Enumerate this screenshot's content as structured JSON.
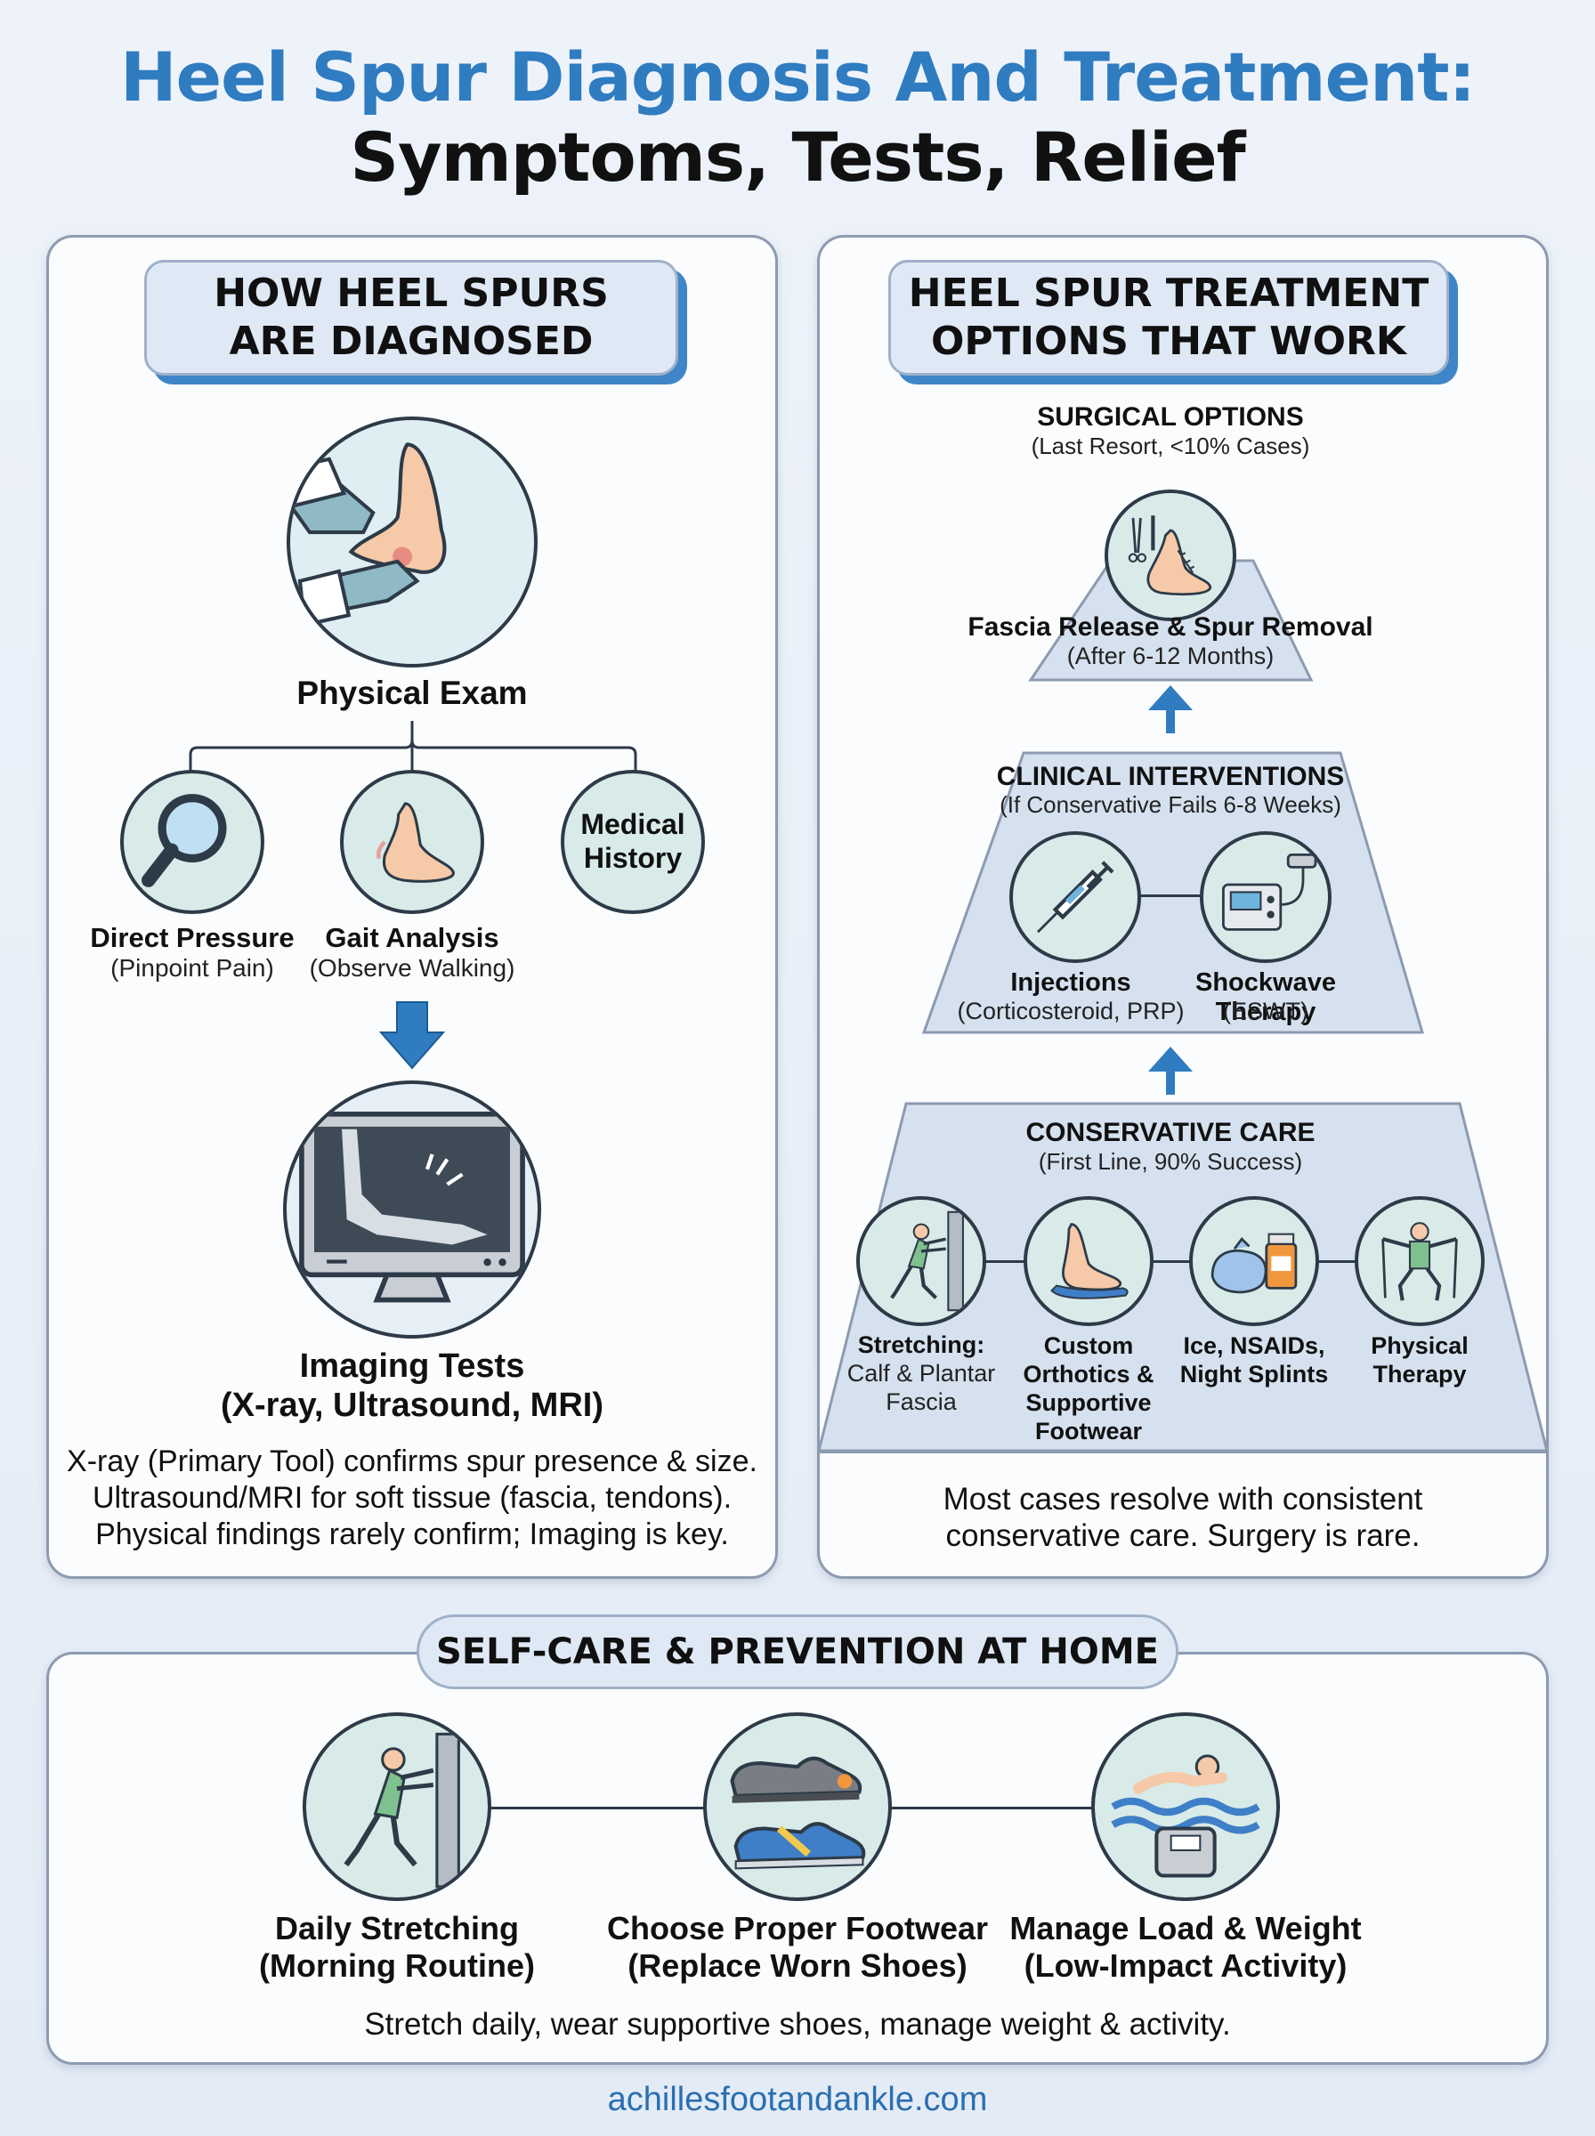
{
  "title": {
    "line1": "Heel Spur Diagnosis And Treatment:",
    "line2": "Symptoms, Tests, Relief"
  },
  "diagnosis": {
    "heading_line1": "HOW HEEL SPURS",
    "heading_line2": "ARE DIAGNOSED",
    "physical_exam": "Physical Exam",
    "items": [
      {
        "label": "Direct Pressure",
        "sub": "(Pinpoint Pain)",
        "icon": "magnifier-icon"
      },
      {
        "label": "Gait Analysis",
        "sub": "(Observe Walking)",
        "icon": "foot-icon"
      },
      {
        "label_line1": "Medical",
        "label_line2": "History"
      }
    ],
    "imaging_line1": "Imaging Tests",
    "imaging_line2": "(X-ray, Ultrasound, MRI)",
    "body_lines": [
      "X-ray (Primary Tool) confirms spur presence & size.",
      "Ultrasound/MRI for soft tissue (fascia, tendons).",
      "Physical findings rarely confirm; Imaging is key."
    ]
  },
  "treatment": {
    "heading_line1": "HEEL SPUR TREATMENT",
    "heading_line2": "OPTIONS THAT WORK",
    "surgical": {
      "title": "SURGICAL OPTIONS",
      "sub": "(Last Resort, <10% Cases)",
      "item": "Fascia Release & Spur Removal",
      "item_sub": "(After 6-12 Months)"
    },
    "clinical": {
      "title": "CLINICAL INTERVENTIONS",
      "sub": "(If Conservative Fails 6-8 Weeks)",
      "items": [
        {
          "label": "Injections",
          "sub": "(Corticosteroid, PRP)"
        },
        {
          "label": "Shockwave Therapy",
          "sub": "(ESWT)"
        }
      ]
    },
    "conservative": {
      "title": "CONSERVATIVE CARE",
      "sub": "(First Line, 90% Success)",
      "items": [
        {
          "label": "Stretching:",
          "sub1": "Calf & Plantar",
          "sub2": "Fascia"
        },
        {
          "line1": "Custom",
          "line2": "Orthotics &",
          "line3": "Supportive",
          "line4": "Footwear"
        },
        {
          "line1": "Ice, NSAIDs,",
          "line2": "Night Splints"
        },
        {
          "line1": "Physical",
          "line2": "Therapy"
        }
      ]
    },
    "body_lines": [
      "Most cases resolve with consistent",
      "conservative care. Surgery is rare."
    ]
  },
  "selfcare": {
    "heading": "SELF-CARE & PREVENTION AT HOME",
    "items": [
      {
        "line1": "Daily Stretching",
        "line2": "(Morning Routine)"
      },
      {
        "line1": "Choose Proper Footwear",
        "line2": "(Replace Worn Shoes)"
      },
      {
        "line1": "Manage Load & Weight",
        "line2": "(Low-Impact Activity)"
      }
    ],
    "body": "Stretch daily, wear supportive shoes, manage weight & activity."
  },
  "footer": "achillesfootandankle.com",
  "colors": {
    "accent": "#2f7cc1",
    "pill_bg": "#dfe9f5",
    "pyramid": "#d5e1ef",
    "icon_bg": "#d8ebe8"
  }
}
